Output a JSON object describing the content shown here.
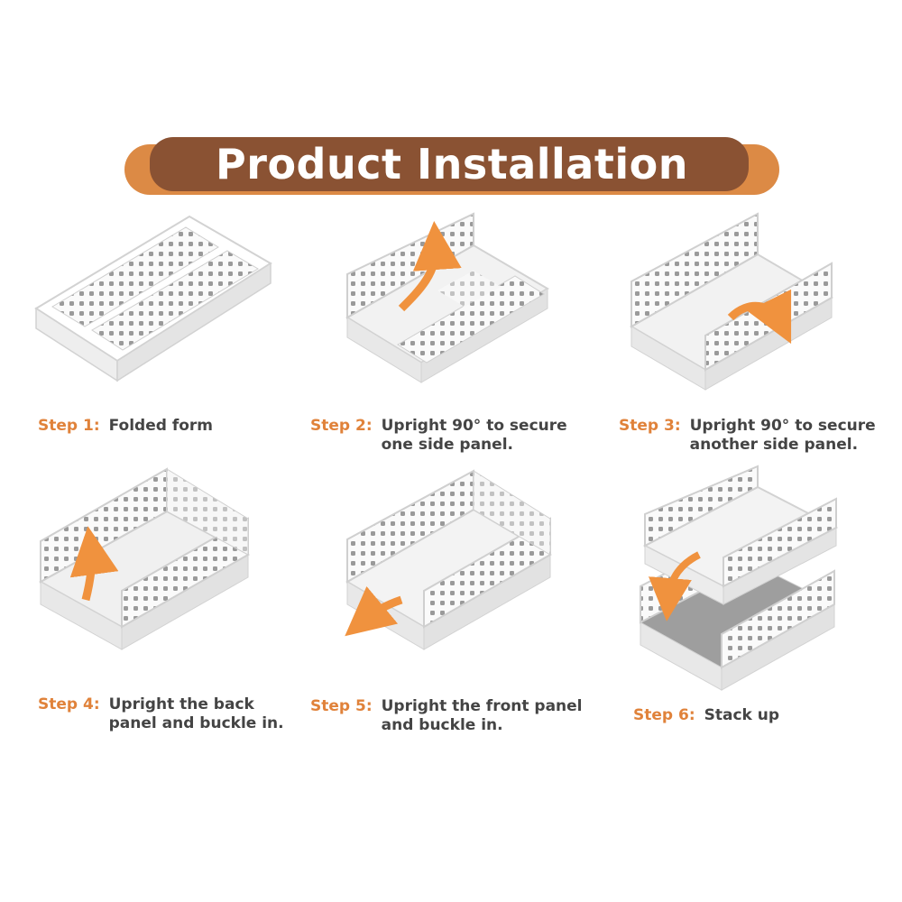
{
  "title": "Product Installation",
  "colors": {
    "banner_dark": "#8a5233",
    "banner_orange": "#dc8a45",
    "step_label": "#e0823a",
    "text": "#444444",
    "arrow": "#f0923e",
    "basket": "#f4f4f4",
    "basket_edge": "#d9d9d9"
  },
  "steps": [
    {
      "label": "Step 1:",
      "lines": [
        "Folded form"
      ]
    },
    {
      "label": "Step 2:",
      "lines": [
        "Upright 90° to secure",
        "one side panel."
      ]
    },
    {
      "label": "Step 3:",
      "lines": [
        "Upright 90° to secure",
        "another side panel."
      ]
    },
    {
      "label": "Step 4:",
      "lines": [
        "Upright the back",
        "panel and buckle in."
      ]
    },
    {
      "label": "Step 5:",
      "lines": [
        "Upright the front panel",
        "and buckle in."
      ]
    },
    {
      "label": "Step 6:",
      "lines": [
        "Stack up"
      ]
    }
  ],
  "icons": [
    "folded-basket-illustration",
    "curved-arrow-icon",
    "stacked-baskets-illustration"
  ]
}
